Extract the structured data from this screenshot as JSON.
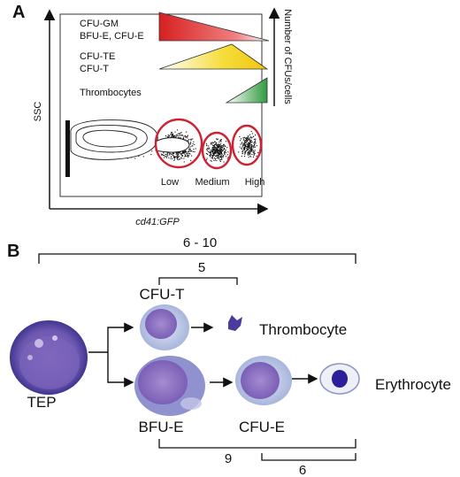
{
  "panel_a": {
    "label": "A",
    "y_axis_label": "SSC",
    "x_axis_label": "cd41:GFP",
    "right_axis_label": "Number of CFUs/cells",
    "populations": [
      {
        "label_line1": "CFU-GM",
        "label_line2": "BFU-E, CFU-E",
        "color": "#d42a2a"
      },
      {
        "label_line1": "CFU-TE",
        "label_line2": "CFU-T",
        "color": "#f2d21d"
      },
      {
        "label_line1": "Thrombocytes",
        "label_line2": "",
        "color": "#3a9a3a"
      }
    ],
    "gates": [
      "Low",
      "Medium",
      "High"
    ],
    "gate_color": "#cc2233"
  },
  "panel_b": {
    "label": "B",
    "cells": {
      "tep": "TEP",
      "cfu_t": "CFU-T",
      "thrombocyte": "Thrombocyte",
      "bfu_e": "BFU-E",
      "cfu_e": "CFU-E",
      "erythrocyte": "Erythrocyte"
    },
    "brackets": {
      "top_outer": "6 - 10",
      "top_inner": "5",
      "bottom_outer": "9",
      "bottom_inner": "6"
    }
  }
}
